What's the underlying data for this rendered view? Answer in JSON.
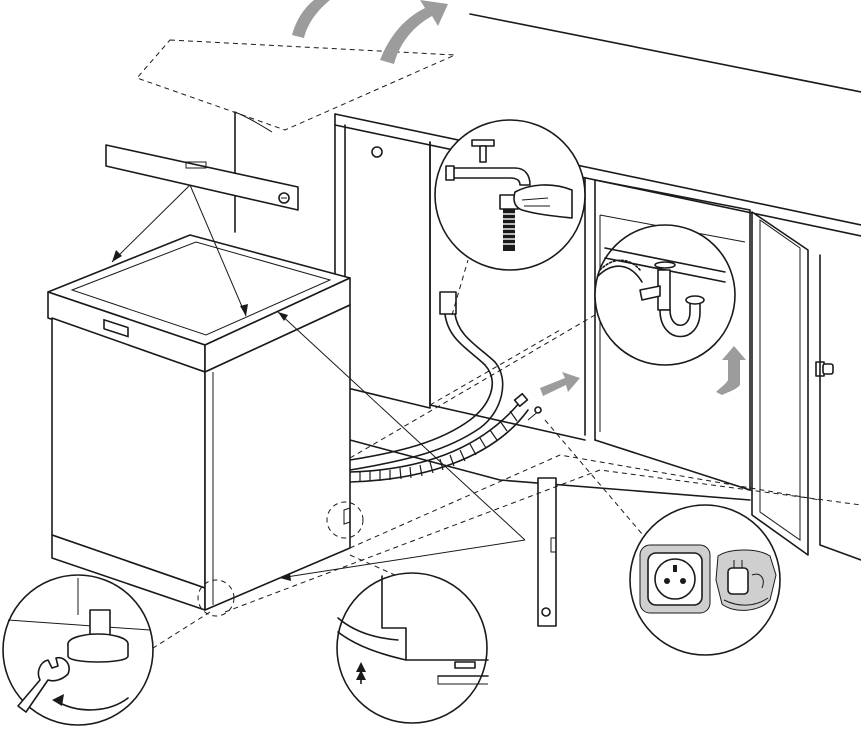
{
  "figure": {
    "kind": "dishwasher installation illustration",
    "colors": {
      "line": "#1a1a1a",
      "arrow_gray": "#9c9c9c",
      "light_gray": "#cfcfcf",
      "background": "#ffffff"
    },
    "callouts": [
      {
        "name": "water-tap-connection",
        "icon": "tap-icon"
      },
      {
        "name": "drain-siphon-connection",
        "icon": "siphon-icon"
      },
      {
        "name": "power-socket",
        "icon": "socket-icon"
      },
      {
        "name": "foot-adjustment",
        "icon": "wrench-icon"
      },
      {
        "name": "side-alignment",
        "icon": "arrow-up-icon"
      }
    ]
  }
}
